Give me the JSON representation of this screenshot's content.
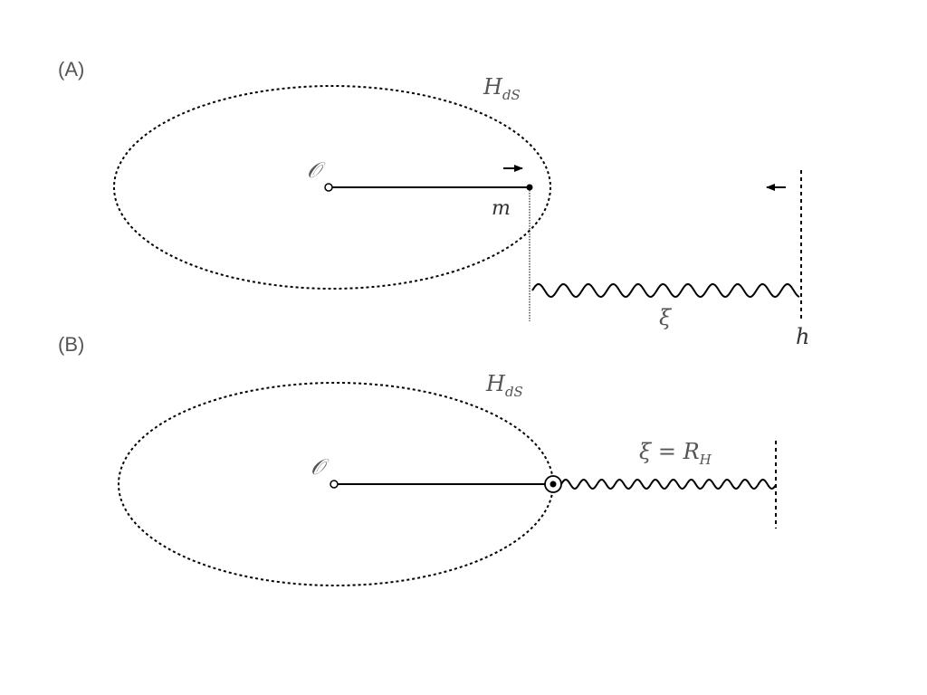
{
  "panels": [
    {
      "label": "(A)",
      "horizon_label": "H",
      "horizon_sub": "dS",
      "observer_label": "𝒪",
      "mass_label": "m",
      "wave_label": "ξ",
      "wall_label": "h"
    },
    {
      "label": "(B)",
      "horizon_label": "H",
      "horizon_sub": "dS",
      "observer_label": "𝒪",
      "wave_label_main": "ξ = R",
      "wave_label_sub": "H"
    }
  ]
}
